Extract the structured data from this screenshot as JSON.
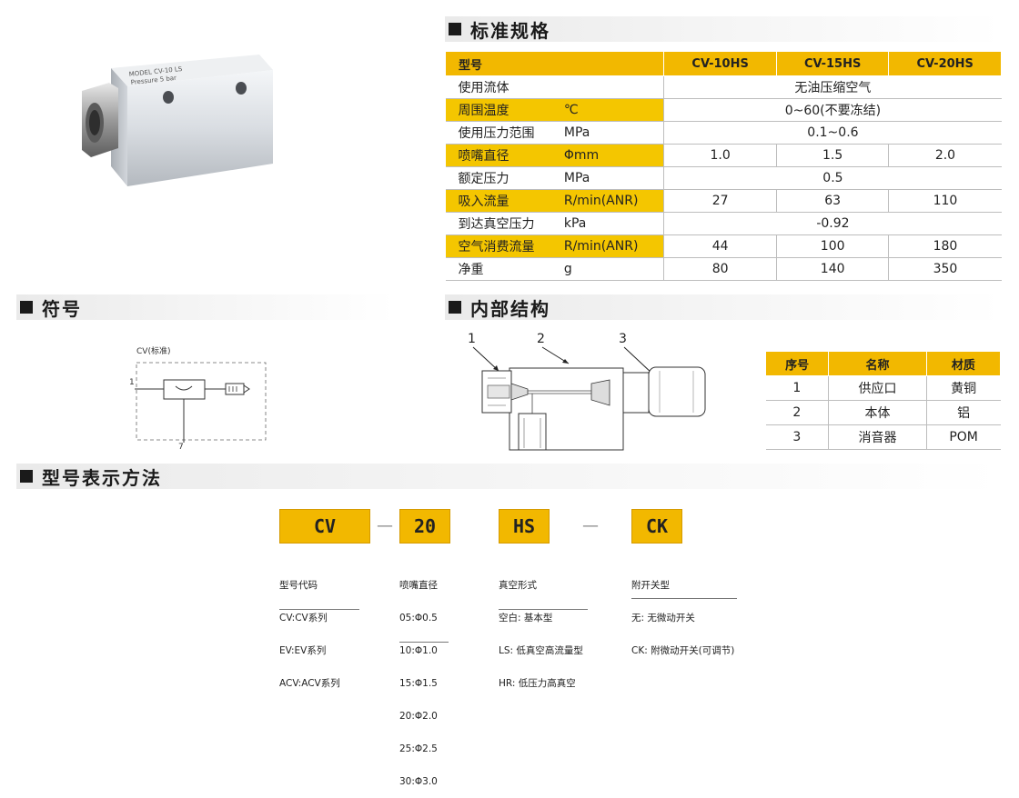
{
  "sections": {
    "spec": "标准规格",
    "symbol": "符号",
    "internal": "内部结构",
    "ordering": "型号表示方法"
  },
  "product_photo": {
    "label_line1": "MODEL  CV-10 LS",
    "label_line2": "Pressure  5  bar"
  },
  "spec_table": {
    "headers": [
      "型号",
      "CV-10HS",
      "CV-15HS",
      "CV-20HS"
    ],
    "rows": [
      {
        "name": "使用流体",
        "unit": "",
        "values": [
          "无油压缩空气"
        ]
      },
      {
        "name": "周围温度",
        "unit": "℃",
        "values": [
          "0~60(不要冻结)"
        ]
      },
      {
        "name": "使用压力范围",
        "unit": "MPa",
        "values": [
          "0.1~0.6"
        ]
      },
      {
        "name": "喷嘴直径",
        "unit": "Φmm",
        "values": [
          "1.0",
          "1.5",
          "2.0"
        ]
      },
      {
        "name": "额定压力",
        "unit": "MPa",
        "values": [
          "0.5"
        ]
      },
      {
        "name": "吸入流量",
        "unit": "R/min(ANR)",
        "values": [
          "27",
          "63",
          "110"
        ]
      },
      {
        "name": "到达真空压力",
        "unit": "kPa",
        "values": [
          "-0.92"
        ]
      },
      {
        "name": "空气消费流量",
        "unit": "R/min(ANR)",
        "values": [
          "44",
          "100",
          "180"
        ]
      },
      {
        "name": "净重",
        "unit": "g",
        "values": [
          "80",
          "140",
          "350"
        ]
      }
    ]
  },
  "symbol": {
    "caption": "CV(标准)",
    "port1": "1",
    "port7": "7"
  },
  "internal": {
    "callouts": [
      "1",
      "2",
      "3"
    ]
  },
  "parts_table": {
    "headers": [
      "序号",
      "名称",
      "材质"
    ],
    "rows": [
      [
        "1",
        "供应口",
        "黄铜"
      ],
      [
        "2",
        "本体",
        "铝"
      ],
      [
        "3",
        "消音器",
        "POM"
      ]
    ]
  },
  "ordering": {
    "boxes": [
      "CV",
      "20",
      "HS",
      "CK"
    ],
    "dash": "—",
    "descriptions": [
      [
        "型号代码",
        "CV:CV系列",
        "EV:EV系列",
        "ACV:ACV系列"
      ],
      [
        "喷嘴直径",
        "05:Φ0.5",
        "10:Φ1.0",
        "15:Φ1.5",
        "20:Φ2.0",
        "25:Φ2.5",
        "30:Φ3.0"
      ],
      [
        "真空形式",
        "空白: 基本型",
        "LS: 低真空高流量型",
        "HR: 低压力高真空"
      ],
      [
        "附开关型",
        "无: 无微动开关",
        "CK: 附微动开关(可调节)"
      ]
    ]
  },
  "colors": {
    "accent": "#f2b800",
    "header_square": "#1a1a1a"
  }
}
